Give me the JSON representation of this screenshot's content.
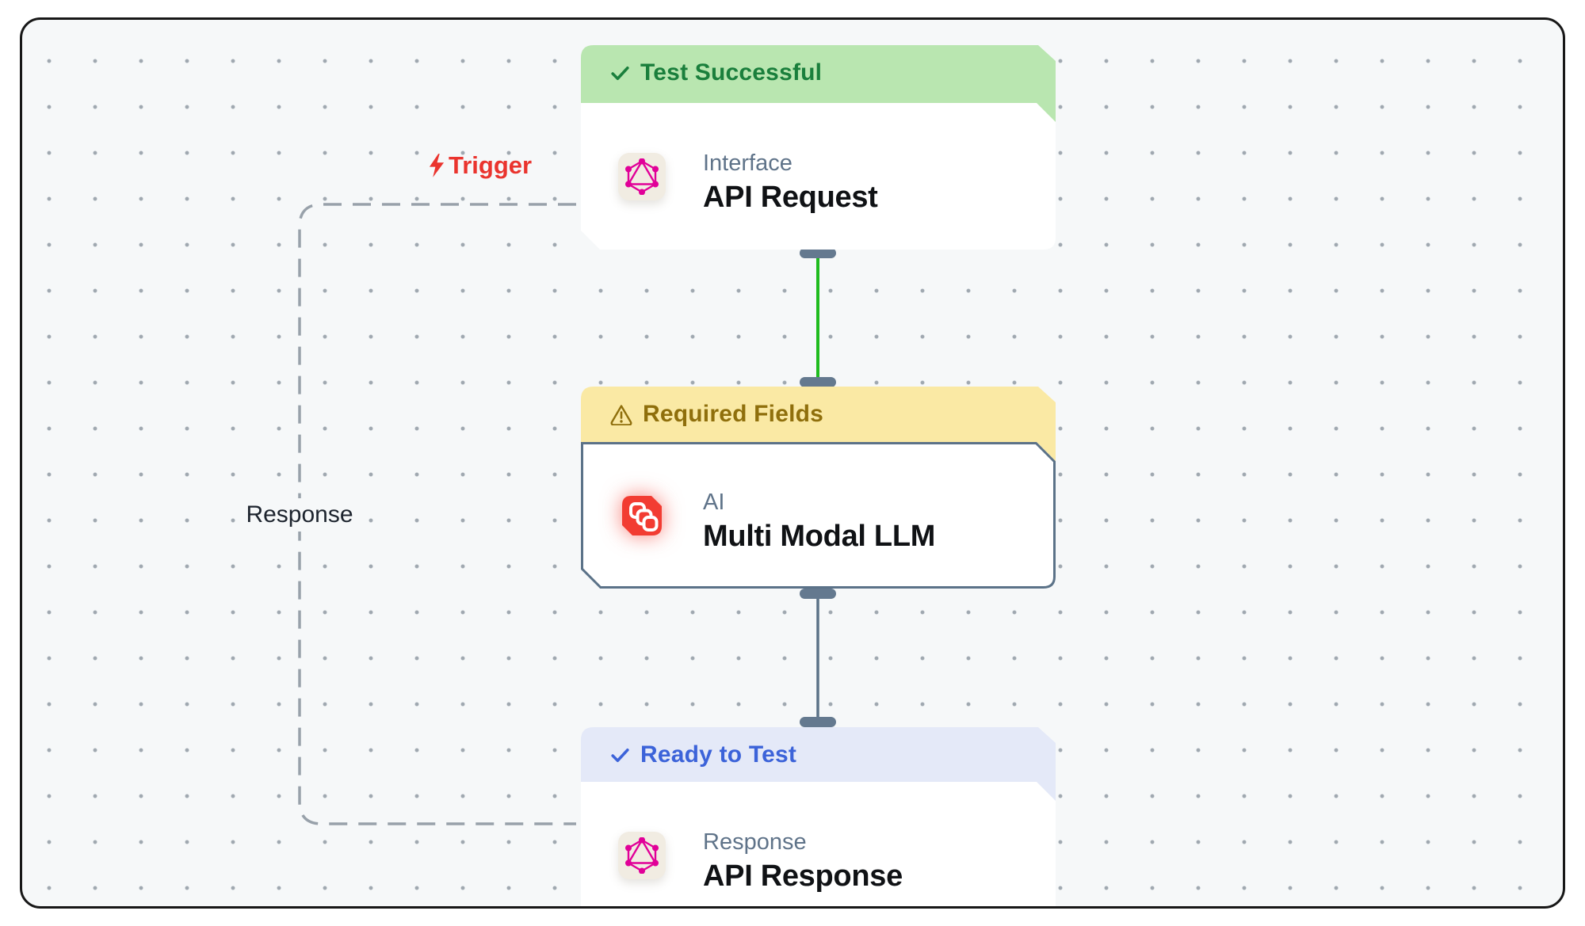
{
  "canvas": {
    "background": "#f6f8f9",
    "dot_color": "#8a949e",
    "frame_border": "#171717"
  },
  "edge_labels": {
    "trigger": "Trigger",
    "trigger_color": "#ea342e",
    "response": "Response",
    "response_color": "#1d242e"
  },
  "nodes": [
    {
      "status_banner": "Test Successful",
      "status_icon": "check-icon",
      "banner_bg": "#b9e6b0",
      "banner_text_color": "#1a7f3c",
      "category": "Interface",
      "title": "API Request",
      "icon": "graphql-icon",
      "icon_color": "#e10098"
    },
    {
      "status_banner": "Required Fields",
      "status_icon": "warning-icon",
      "banner_bg": "#fae9a4",
      "banner_text_color": "#8f6f0c",
      "category": "AI",
      "title": "Multi Modal LLM",
      "icon": "chain-link-icon",
      "icon_color": "#f23c32",
      "border_color": "#5b7288"
    },
    {
      "status_banner": "Ready to Test",
      "status_icon": "check-icon",
      "banner_bg": "#e4e9f8",
      "banner_text_color": "#3c63d9",
      "category": "Response",
      "title": "API Response",
      "icon": "graphql-icon",
      "icon_color": "#e10098"
    }
  ],
  "connections": [
    {
      "from": "API Request",
      "to": "Multi Modal LLM",
      "style": "solid",
      "color": "#1fbc1f"
    },
    {
      "from": "Multi Modal LLM",
      "to": "API Response",
      "style": "solid",
      "color": "#5b7288"
    },
    {
      "from": "API Response",
      "to": "API Request",
      "style": "dashed",
      "color": "#98a1aa",
      "label": "Response"
    }
  ]
}
